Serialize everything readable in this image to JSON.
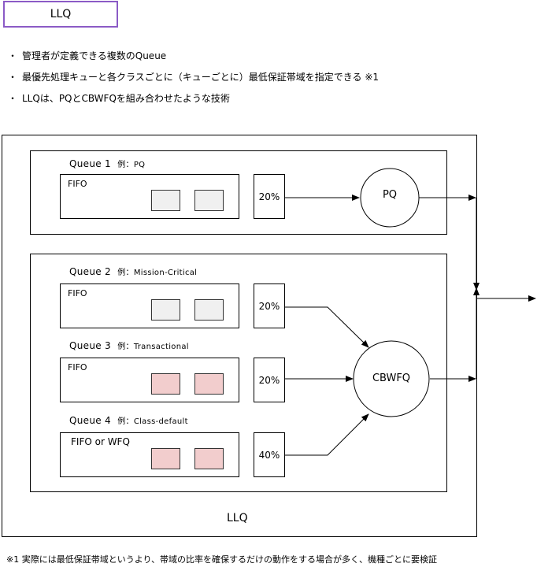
{
  "title": "LLQ",
  "bullets": [
    "管理者が定義できる複数のQueue",
    "最優先処理キューと各クラスごとに（キューごとに）最低保証帯域を指定できる ※1",
    "LLQは、PQとCBWFQを組み合わせたような技術"
  ],
  "bullet_mark": "・",
  "queues": [
    {
      "name": "Queue 1",
      "example": "例：PQ",
      "type": "FIFO",
      "percent": "20%"
    },
    {
      "name": "Queue 2",
      "example": "例：Mission-Critical",
      "type": "FIFO",
      "percent": "20%"
    },
    {
      "name": "Queue 3",
      "example": "例：Transactional",
      "type": "FIFO",
      "percent": "20%"
    },
    {
      "name": "Queue 4",
      "example": "例：Class-default",
      "type": "FIFO or WFQ",
      "percent": "40%"
    }
  ],
  "pq_label": "PQ",
  "cbwfq_label": "CBWFQ",
  "llq_label": "LLQ",
  "footnote": "※1  実際には最低保証帯域というより、帯域の比率を確保するだけの動作をする場合が多く、機種ごとに要検証",
  "colors": {
    "title_border": "#8b5bc6",
    "pink_cell": "#f2cdcd",
    "gray_cell": "#f0f0f0"
  }
}
